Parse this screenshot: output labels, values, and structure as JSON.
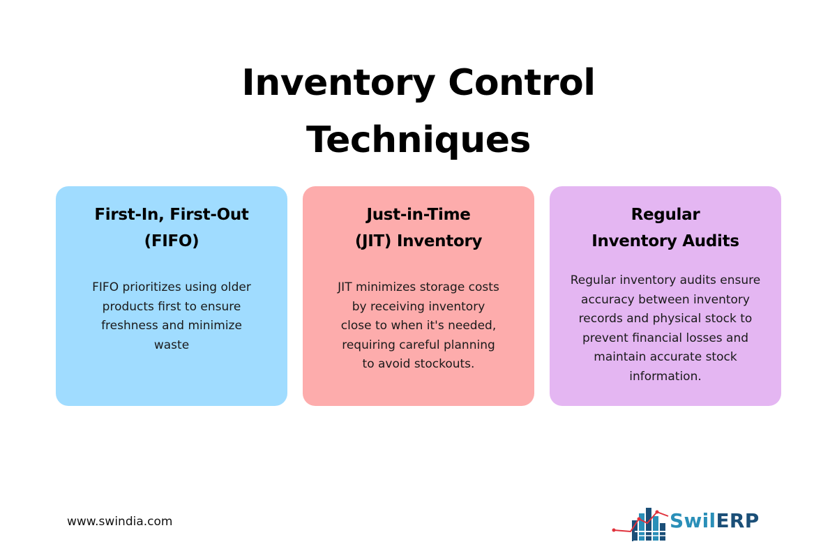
{
  "title": {
    "line1": "Inventory Control",
    "line2": "Techniques"
  },
  "cards": [
    {
      "title_line1": "First-In, First-Out",
      "title_line2": "(FIFO)",
      "body": "FIFO prioritizes using older products first to ensure freshness and minimize waste",
      "color": "#a0dcff"
    },
    {
      "title_line1": "Just-in-Time",
      "title_line2": "(JIT) Inventory",
      "body": "JIT minimizes storage costs by receiving inventory close to when it's needed, requiring careful planning to avoid stockouts.",
      "color": "#fdacac"
    },
    {
      "title_line1": "Regular",
      "title_line2": "Inventory Audits",
      "body": "Regular inventory audits ensure accuracy between inventory records and physical stock to prevent financial losses and maintain accurate stock information.",
      "color": "#e4b6f2"
    }
  ],
  "footer": {
    "url": "www.swindia.com"
  },
  "logo": {
    "text_a": "Swil",
    "text_b": "ERP",
    "icon": "bar-chart-logo-icon",
    "colors": {
      "primary": "#2a8fb8",
      "dark": "#1b4f78",
      "accent": "#e0323c"
    }
  }
}
